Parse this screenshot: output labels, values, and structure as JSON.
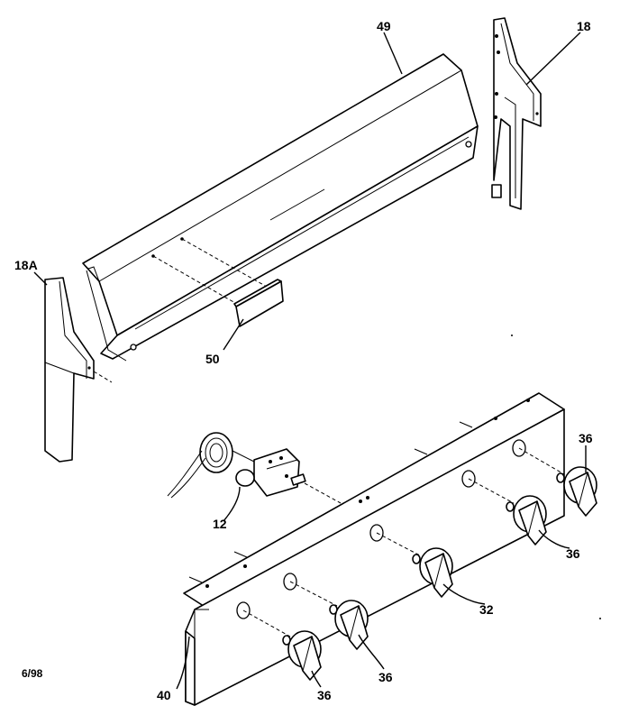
{
  "labels": {
    "part_49": "49",
    "part_18": "18",
    "part_18a": "18A",
    "part_50": "50",
    "part_12": "12",
    "part_40": "40",
    "part_32": "32",
    "part_36_a": "36",
    "part_36_b": "36",
    "part_36_c": "36",
    "part_36_d": "36"
  },
  "date_code": "6/98"
}
